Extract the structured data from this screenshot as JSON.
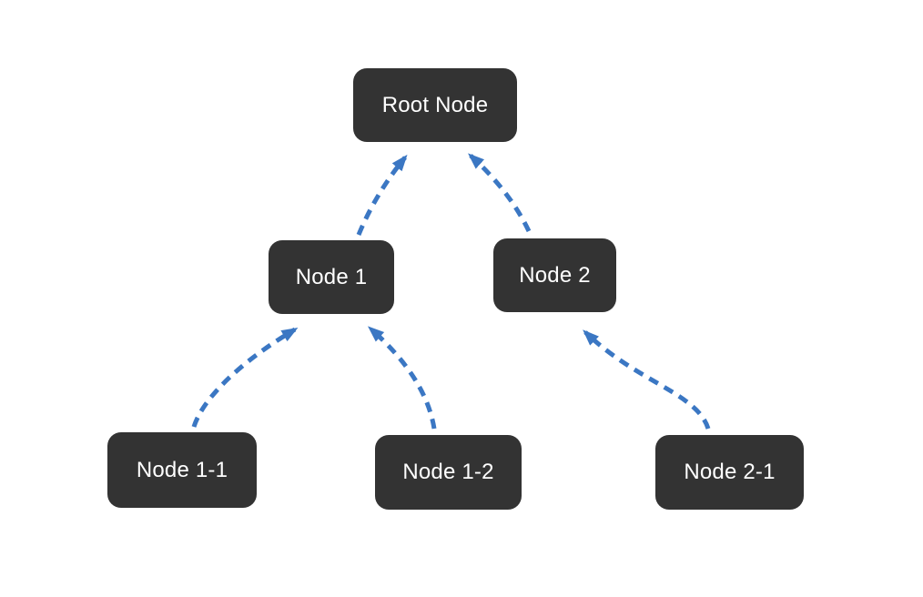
{
  "diagram": {
    "type": "tree",
    "background_color": "#ffffff",
    "node_fill_color": "#333333",
    "node_text_color": "#ffffff",
    "edge_color": "#3b77c3",
    "edge_style": "dashed-with-arrowhead",
    "edge_direction": "child-to-parent",
    "nodes": [
      {
        "id": "root",
        "label": "Root Node"
      },
      {
        "id": "node1",
        "label": "Node 1"
      },
      {
        "id": "node2",
        "label": "Node 2"
      },
      {
        "id": "node11",
        "label": "Node 1-1"
      },
      {
        "id": "node12",
        "label": "Node 1-2"
      },
      {
        "id": "node21",
        "label": "Node 2-1"
      }
    ],
    "edges": [
      {
        "from": "Node 1",
        "to": "Root Node"
      },
      {
        "from": "Node 2",
        "to": "Root Node"
      },
      {
        "from": "Node 1-1",
        "to": "Node 1"
      },
      {
        "from": "Node 1-2",
        "to": "Node 1"
      },
      {
        "from": "Node 2-1",
        "to": "Node 2"
      }
    ]
  }
}
